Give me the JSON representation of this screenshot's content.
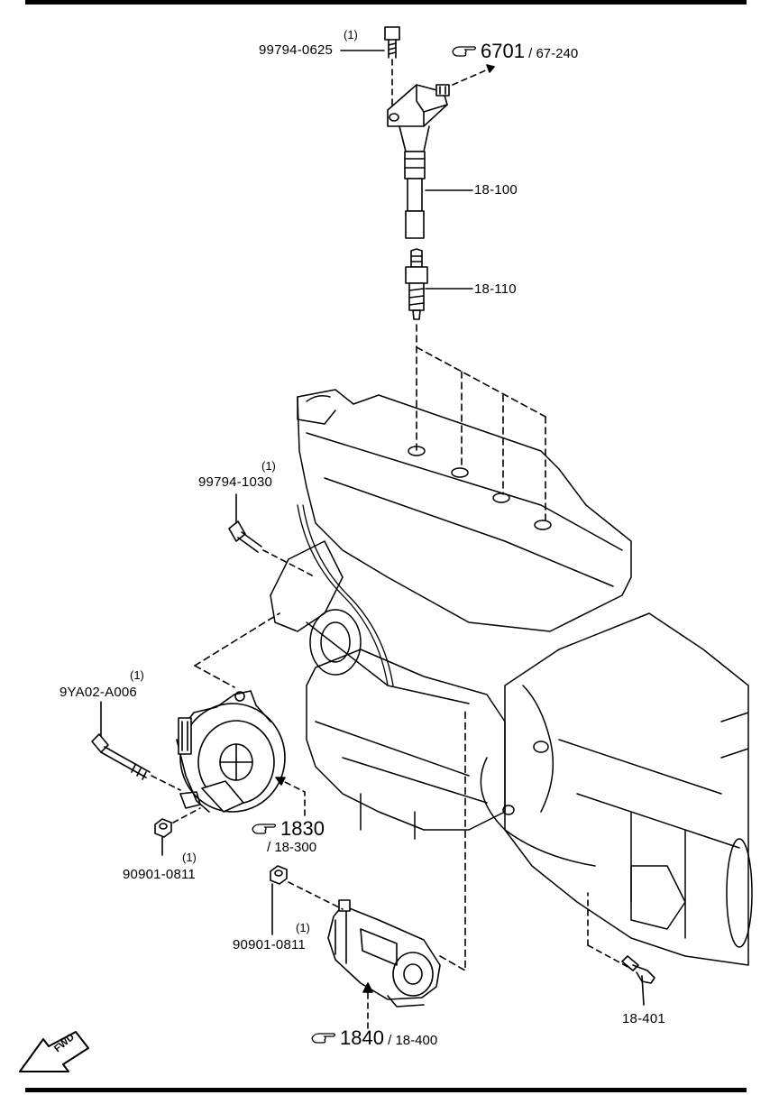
{
  "labels": {
    "bolt_top": {
      "part": "99794-0625",
      "qty": "(1)"
    },
    "ign_ref": {
      "ref_main": "6701",
      "ref_sub": "67-240"
    },
    "coil": "18-100",
    "plug": "18-110",
    "bolt_mid": {
      "part": "99794-1030",
      "qty": "(1)"
    },
    "alt_bolt": {
      "part": "9YA02-A006",
      "qty": "(1)"
    },
    "alt_ref": {
      "ref_main": "1830",
      "ref_sub": "18-300"
    },
    "alt_nut": {
      "part": "90901-0811",
      "qty": "(1)"
    },
    "starter_nut": {
      "part": "90901-0811",
      "qty": "(1)"
    },
    "starter_ref": {
      "ref_main": "1840",
      "ref_sub": "18-400"
    },
    "starter_bolt": "18-401"
  },
  "fwd_label": "FWD",
  "icons": [
    "pointing-hand-icon",
    "fwd-arrow-icon"
  ]
}
